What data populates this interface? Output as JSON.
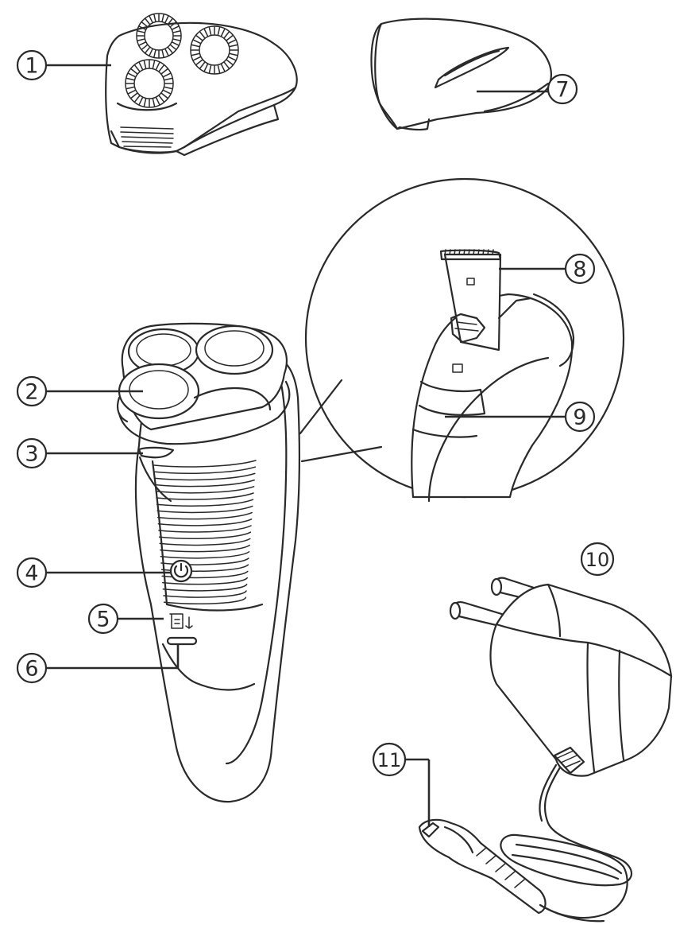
{
  "callouts": [
    {
      "id": "1",
      "label": "1"
    },
    {
      "id": "2",
      "label": "2"
    },
    {
      "id": "3",
      "label": "3"
    },
    {
      "id": "4",
      "label": "4"
    },
    {
      "id": "5",
      "label": "5"
    },
    {
      "id": "6",
      "label": "6"
    },
    {
      "id": "7",
      "label": "7"
    },
    {
      "id": "8",
      "label": "8"
    },
    {
      "id": "9",
      "label": "9"
    },
    {
      "id": "10",
      "label": "10"
    },
    {
      "id": "11",
      "label": "11"
    }
  ],
  "colors": {
    "line": "#2a2a2a",
    "background": "#ffffff"
  }
}
